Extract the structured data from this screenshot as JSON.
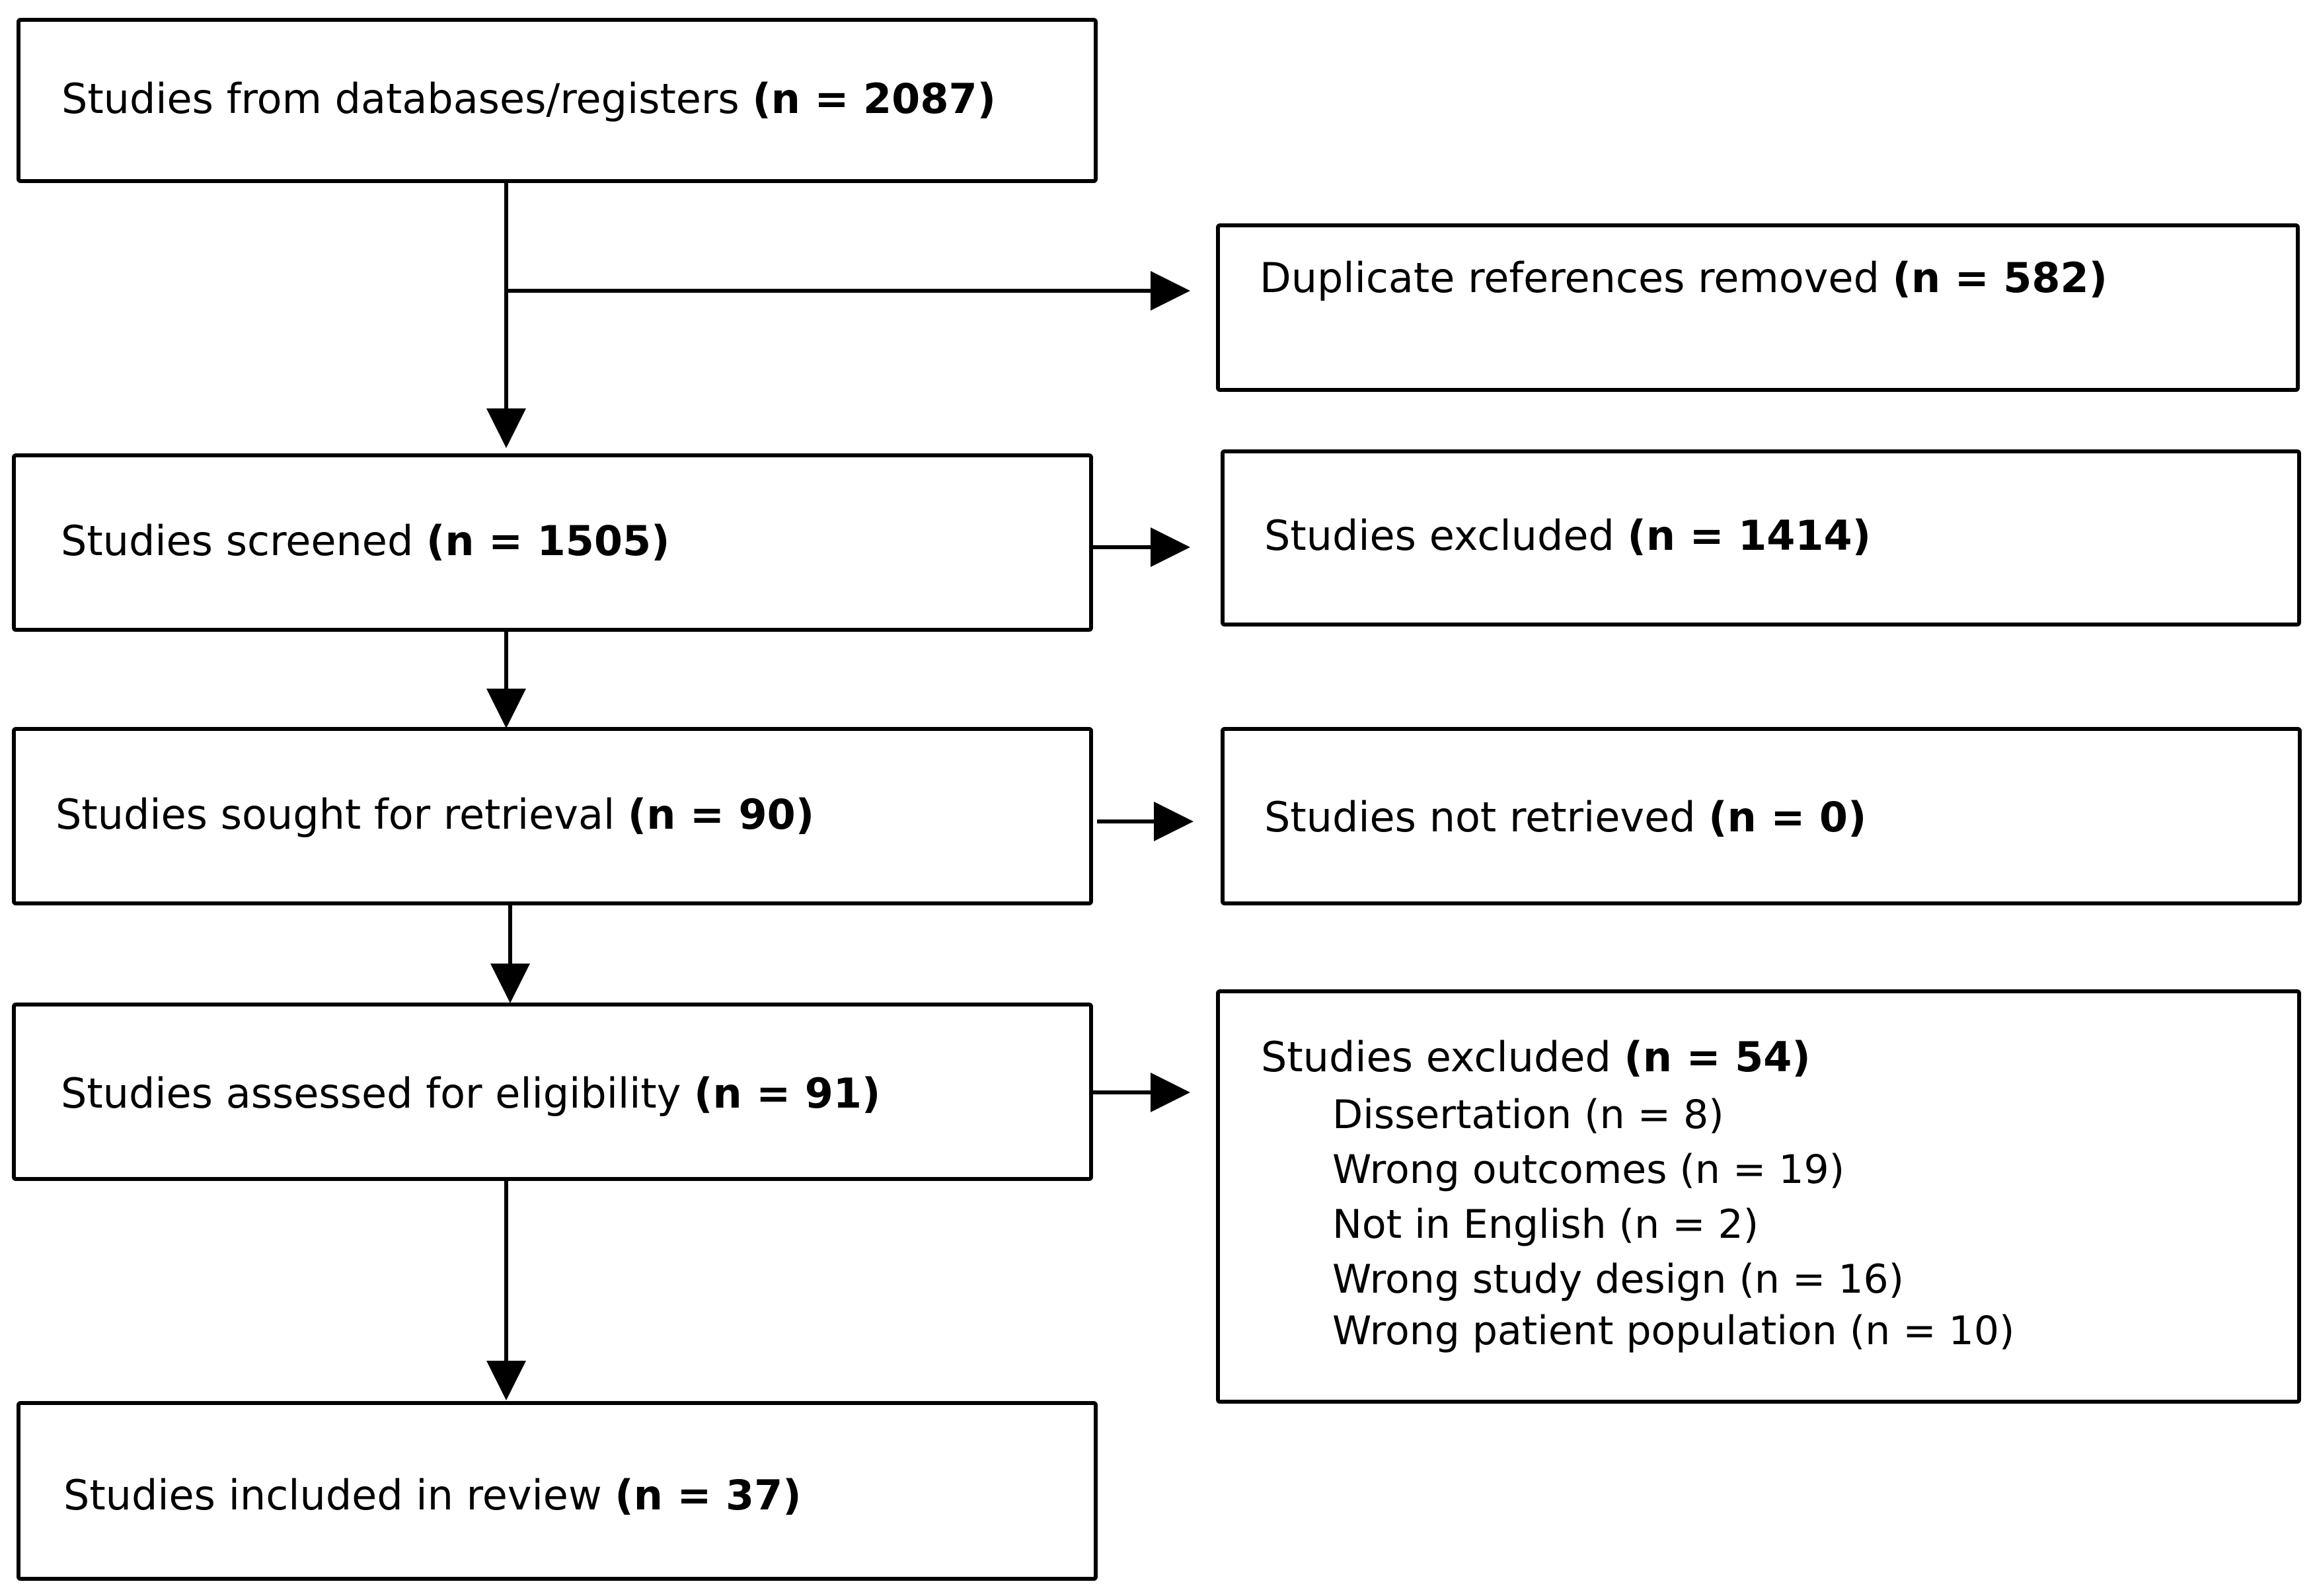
{
  "boxes": {
    "identified": {
      "label": "Studies from databases/registers",
      "count": "(n = 2087)"
    },
    "duplicates": {
      "label": "Duplicate references removed",
      "count": "(n = 582)"
    },
    "screened": {
      "label": "Studies screened",
      "count": "(n = 1505)"
    },
    "excluded_screen": {
      "label": "Studies excluded",
      "count": "(n = 1414)"
    },
    "sought": {
      "label": "Studies sought for retrieval",
      "count": "(n = 90)"
    },
    "not_retrieved": {
      "label": "Studies not retrieved",
      "count": "(n = 0)"
    },
    "assessed": {
      "label": "Studies assessed for eligibility",
      "count": "(n = 91)"
    },
    "excluded_full": {
      "label": "Studies excluded",
      "count": "(n = 54)",
      "reasons": [
        "Dissertation (n = 8)",
        "Wrong outcomes (n = 19)",
        "Not in English (n = 2)",
        "Wrong study design (n = 16)",
        "Wrong patient population (n = 10)"
      ]
    },
    "included": {
      "label": "Studies included in review",
      "count": "(n = 37)"
    }
  }
}
